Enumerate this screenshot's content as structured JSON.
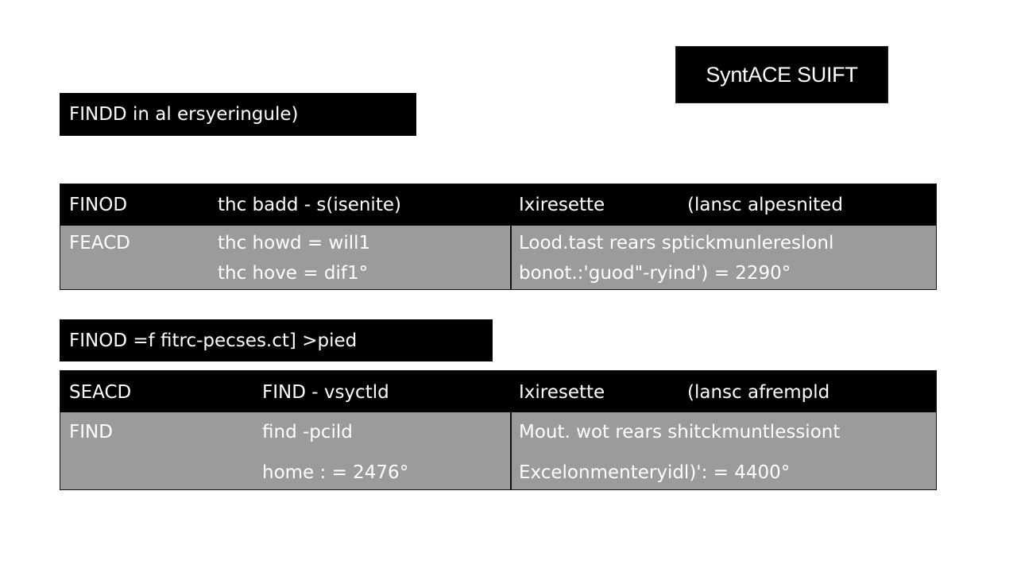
{
  "badge": {
    "label": "SyntACE SUIFT"
  },
  "command_bars": [
    {
      "text": "FINDD in al ersyeringule)"
    },
    {
      "text": "FINOD =f fitrc-pecses.ct] >pied"
    }
  ],
  "panels": [
    {
      "header": {
        "col1": "FINOD",
        "col2": "thc badd - s(isenite)",
        "col3": "Ixiresette",
        "col4": "(lansc alpesnited"
      },
      "rows_left": [
        {
          "label": "FEACD",
          "value": "thc howd = will1"
        },
        {
          "label": "",
          "value": "thc hove = dif1°"
        }
      ],
      "rows_right": [
        "Lood.tast rears sptickmunlereslonl",
        "bonot.:'guod\"-ryind') = 2290°"
      ]
    },
    {
      "header": {
        "col1": "SEACD",
        "col2": "FIND - vsyctld",
        "col3": "Ixiresette",
        "col4": "(lansc afrempld"
      },
      "rows_left": [
        {
          "label": "FIND",
          "value": "find -pcild"
        },
        {
          "label": "",
          "value": "home : = 2476°"
        }
      ],
      "rows_right": [
        "Mout. wot rears shitckmuntlessiont",
        "Excelonmenteryidl)': = 4400°"
      ]
    }
  ]
}
